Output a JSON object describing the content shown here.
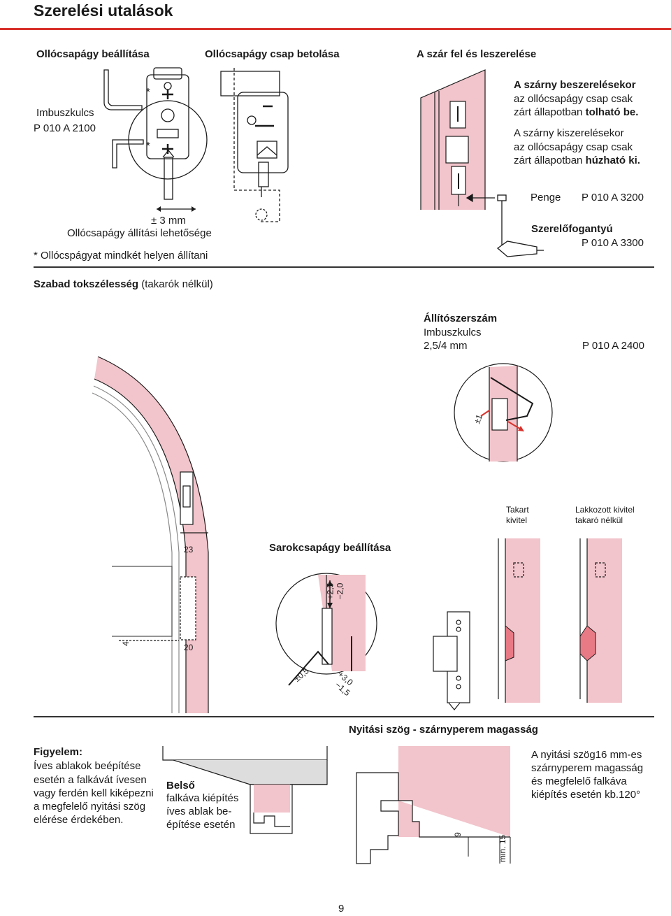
{
  "page": {
    "title": "Szerelési utalások",
    "page_number": "9"
  },
  "top": {
    "col1_heading": "Ollócsapágy beállítása",
    "col2_heading": "Ollócsapágy csap betolása",
    "col3_heading": "A szár fel és leszerelése",
    "key_label_1": "Imbuszkulcs",
    "key_label_2": "P 010 A 2100",
    "asterisk": "*",
    "range_label": "± 3 mm",
    "range_caption": "Ollócsapágy állítási lehetősége",
    "footnote": "* Ollócspágyat mindkét helyen állítani",
    "install_1": "A szárny beszerelésekor",
    "install_2": "az ollócsapágy csap csak",
    "install_3a": "zárt állapotban ",
    "install_3b": "tolható be.",
    "remove_1": "A szárny kiszerelésekor",
    "remove_2": "az ollócsapágy csap csak",
    "remove_3a": "zárt állapotban ",
    "remove_3b": "húzható ki.",
    "blade_label": "Penge",
    "blade_code": "P 010 A 3200",
    "handle_label": "Szerelőfogantyú",
    "handle_code": "P 010 A 3300"
  },
  "mid": {
    "width_heading_a": "Szabad tokszélesség ",
    "width_heading_b": "(takarók nélkül)",
    "tool_heading": "Állítószerszám",
    "tool_name": "Imbuszkulcs",
    "tool_size": "2,5/4 mm",
    "tool_code": "P 010 A 2400",
    "pm1": "±1",
    "covered_1": "Takart",
    "covered_2": "kivitel",
    "lacquered_1": "Lakkozott kivitel",
    "lacquered_2": "takaró nélkül",
    "corner_heading": "Sarokcsapágy beállítása",
    "dim_23": "23",
    "dim_20": "20",
    "dim_4": "4",
    "adj_v_plus": "+2,5",
    "adj_v_minus": "−2,0",
    "adj_pm05": "±0,5",
    "adj_h_plus": "+3,0",
    "adj_h_minus": "−1,5"
  },
  "bottom": {
    "angle_heading": "Nyitási szög - szárnyperem magasság",
    "warn_title": "Figyelem:",
    "warn_1": "Íves ablakok beépítése",
    "warn_2": "esetén a falkávát ívesen",
    "warn_3": "vagy ferdén kell kiképezni",
    "warn_4": "a megfelelő nyitási szög",
    "warn_5": "elérése érdekében.",
    "inner_title": "Belső",
    "inner_1": "falkáva kiépítés",
    "inner_2": "íves ablak be-",
    "inner_3": "építése esetén",
    "angle_1": "A nyitási szög16 mm-es",
    "angle_2": "szárnyperem magasság",
    "angle_3": "és megfelelő falkáva",
    "angle_4": "kiépítés esetén kb.120°",
    "dim_9": "9",
    "dim_min15": "min. 15"
  },
  "colors": {
    "accent_red": "#d8322c",
    "frame_pink": "#f2c4cb",
    "line": "#1a1a1a"
  }
}
